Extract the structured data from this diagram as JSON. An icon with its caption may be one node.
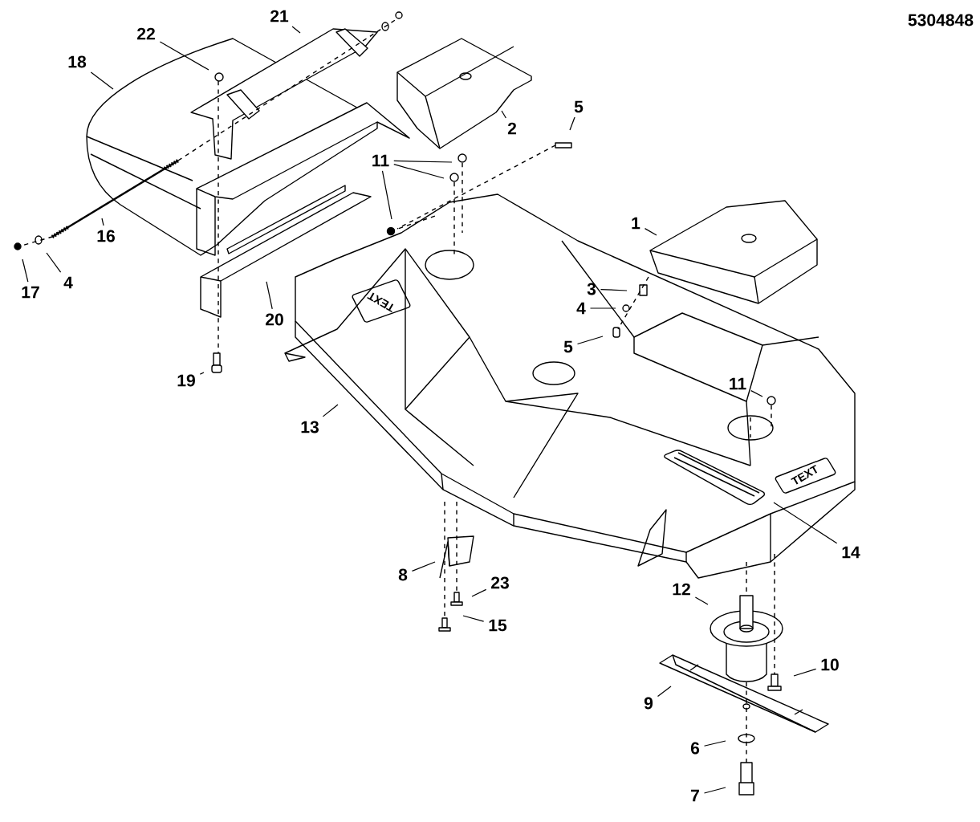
{
  "diagram": {
    "nodes": [
      {
        "text": [
          "22"
        ]
      },
      {
        "text": [
          "21"
        ]
      },
      {
        "text": [
          "18"
        ]
      },
      {
        "text": [
          "2"
        ]
      },
      {
        "text": [
          "5"
        ]
      },
      {
        "text": [
          "11"
        ]
      },
      {
        "text": [
          "1"
        ]
      },
      {
        "text": [
          "3"
        ]
      },
      {
        "text": [
          "4"
        ]
      },
      {
        "text": [
          "5"
        ]
      },
      {
        "text": [
          "16"
        ]
      },
      {
        "text": [
          "17"
        ]
      },
      {
        "text": [
          "4"
        ]
      },
      {
        "text": [
          "20"
        ]
      },
      {
        "text": [
          "19"
        ]
      },
      {
        "text": [
          "13"
        ]
      },
      {
        "text": [
          "11"
        ]
      },
      {
        "text": [
          "14"
        ]
      },
      {
        "text": [
          "8"
        ]
      },
      {
        "text": [
          "23"
        ]
      },
      {
        "text": [
          "12"
        ]
      },
      {
        "text": [
          "10"
        ]
      },
      {
        "text": [
          "15"
        ]
      },
      {
        "text": [
          "9"
        ]
      },
      {
        "text": [
          "6"
        ]
      },
      {
        "text": [
          "7"
        ]
      }
    ],
    "edges": [
      {
        "from": 0,
        "to": null,
        "arrow": "none"
      },
      {
        "from": 1,
        "to": null,
        "arrow": "none"
      },
      {
        "from": 2,
        "to": null,
        "arrow": "none"
      },
      {
        "from": 3,
        "to": null,
        "arrow": "none"
      },
      {
        "from": 4,
        "to": null,
        "arrow": "none"
      },
      {
        "from": 5,
        "to": null,
        "arrow": "none"
      },
      {
        "from": 5,
        "to": null,
        "arrow": "none"
      },
      {
        "from": 5,
        "to": null,
        "arrow": "none"
      },
      {
        "from": 6,
        "to": null,
        "arrow": "none"
      },
      {
        "from": 7,
        "to": null,
        "arrow": "none"
      },
      {
        "from": 8,
        "to": null,
        "arrow": "none"
      },
      {
        "from": 9,
        "to": null,
        "arrow": "none"
      },
      {
        "from": 10,
        "to": null,
        "arrow": "none"
      },
      {
        "from": 11,
        "to": null,
        "arrow": "none"
      },
      {
        "from": 12,
        "to": null,
        "arrow": "none"
      },
      {
        "from": 13,
        "to": null,
        "arrow": "none"
      },
      {
        "from": 14,
        "to": null,
        "arrow": "none"
      },
      {
        "from": 15,
        "to": null,
        "arrow": "none"
      },
      {
        "from": 16,
        "to": null,
        "arrow": "none"
      },
      {
        "from": 17,
        "to": null,
        "arrow": "none"
      },
      {
        "from": 18,
        "to": null,
        "arrow": "none"
      },
      {
        "from": 19,
        "to": null,
        "arrow": "none"
      },
      {
        "from": 20,
        "to": null,
        "arrow": "none"
      },
      {
        "from": 21,
        "to": null,
        "arrow": "none"
      },
      {
        "from": 22,
        "to": null,
        "arrow": "none"
      },
      {
        "from": 23,
        "to": null,
        "arrow": "none"
      },
      {
        "from": 24,
        "to": null,
        "arrow": "none"
      },
      {
        "from": 25,
        "to": null,
        "arrow": "none"
      }
    ],
    "labels": [
      "5304848",
      "TEXT",
      "TEXT"
    ]
  }
}
